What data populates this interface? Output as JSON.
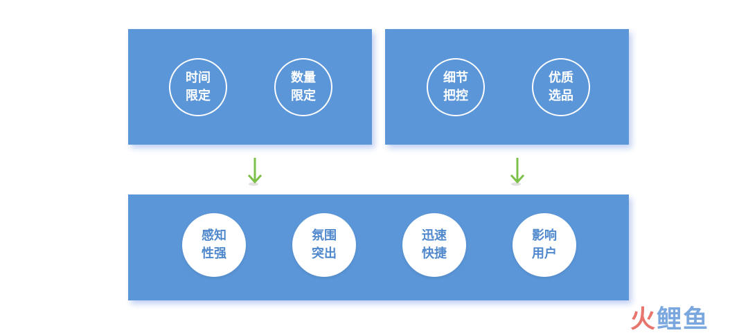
{
  "top_left": {
    "items": [
      {
        "line1": "时间",
        "line2": "限定"
      },
      {
        "line1": "数量",
        "line2": "限定"
      }
    ]
  },
  "top_right": {
    "items": [
      {
        "line1": "细节",
        "line2": "把控"
      },
      {
        "line1": "优质",
        "line2": "选品"
      }
    ]
  },
  "bottom": {
    "items": [
      {
        "line1": "感知",
        "line2": "性强"
      },
      {
        "line1": "氛围",
        "line2": "突出"
      },
      {
        "line1": "迅速",
        "line2": "快捷"
      },
      {
        "line1": "影响",
        "line2": "用户"
      }
    ]
  },
  "watermark": {
    "char1": "火",
    "char2": "鲤",
    "char3": "鱼"
  },
  "colors": {
    "panel": "#5b96d8",
    "arrow": "#7cc04a",
    "bottom_text": "#4f88cc",
    "watermark_red": "#e8756d",
    "watermark_blue": "#7aa8de"
  }
}
